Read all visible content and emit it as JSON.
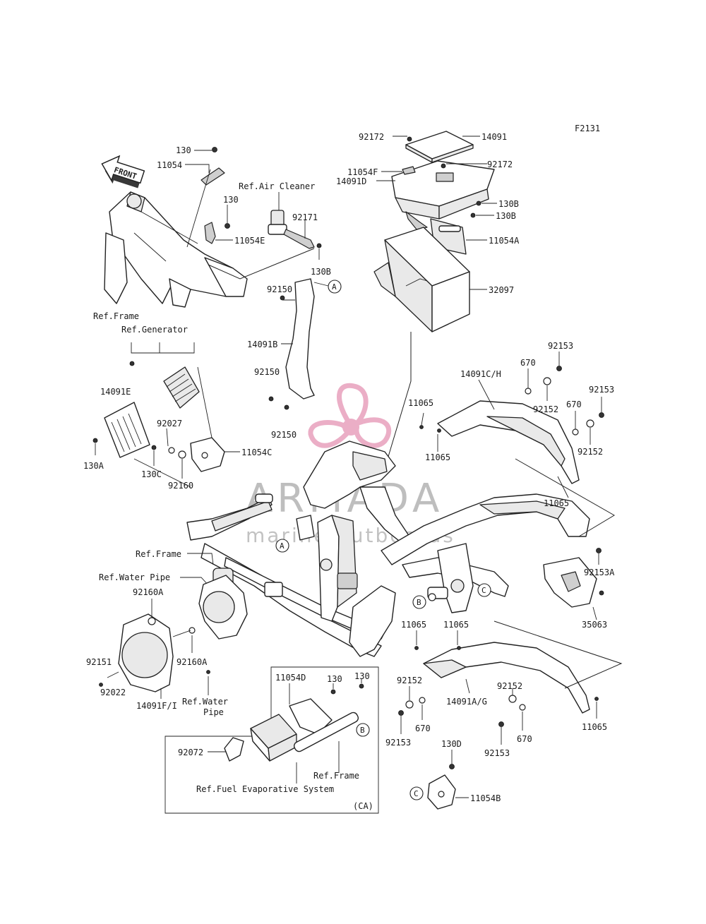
{
  "figure_id": "F2131",
  "front_label": "FRONT",
  "watermark": {
    "brand": "ARMADA",
    "tagline": "marine outboards",
    "color": "#e8a1bd"
  },
  "ca_box_label": "(CA)",
  "refs": {
    "air_cleaner": "Ref.Air Cleaner",
    "frame_top": "Ref.Frame",
    "generator": "Ref.Generator",
    "frame_mid": "Ref.Frame",
    "water_pipe_top": "Ref.Water Pipe",
    "water_pipe_bottom_1": "Ref.Water",
    "water_pipe_bottom_2": "Pipe",
    "frame_ca": "Ref.Frame",
    "fuel_evap": "Ref.Fuel Evaporative System"
  },
  "callouts": {
    "A1": "A",
    "A2": "A",
    "B1": "B",
    "B2": "B",
    "C1": "C",
    "C2": "C"
  },
  "parts": {
    "p130_top": "130",
    "p11054": "11054",
    "p130_mid": "130",
    "p11054E": "11054E",
    "p92171": "92171",
    "p130B_a": "130B",
    "p92172_a": "92172",
    "p14091": "14091",
    "p11054F": "11054F",
    "p92172_b": "92172",
    "p14091D": "14091D",
    "p130B_b": "130B",
    "p130B_c": "130B",
    "p11054A": "11054A",
    "p32097": "32097",
    "p92150_a": "92150",
    "p14091B": "14091B",
    "p92150_b": "92150",
    "p92150_c": "92150",
    "p14091E": "14091E",
    "p92027": "92027",
    "p130A": "130A",
    "p130C": "130C",
    "p92160": "92160",
    "p11054C": "11054C",
    "p14091CH": "14091C/H",
    "p670_a": "670",
    "p92153_a": "92153",
    "p92153_b": "92153",
    "p11065_a": "11065",
    "p92152_a": "92152",
    "p670_b": "670",
    "p11065_b": "11065",
    "p92152_b": "92152",
    "p11065_c": "11065",
    "p92153A": "92153A",
    "p35063": "35063",
    "p92160A_a": "92160A",
    "p92151": "92151",
    "p92160A_b": "92160A",
    "p92022": "92022",
    "p14091FI": "14091F/I",
    "p11065_d": "11065",
    "p11065_e": "11065",
    "p92152_c": "92152",
    "p670_c": "670",
    "p92153_c": "92153",
    "p14091AG": "14091A/G",
    "p92152_d": "92152",
    "p670_d": "670",
    "p92153_d": "92153",
    "p11065_f": "11065",
    "p11054D": "11054D",
    "p130_ca_a": "130",
    "p130_ca_b": "130",
    "p92072": "92072",
    "p130D": "130D",
    "p11054B": "11054B"
  }
}
